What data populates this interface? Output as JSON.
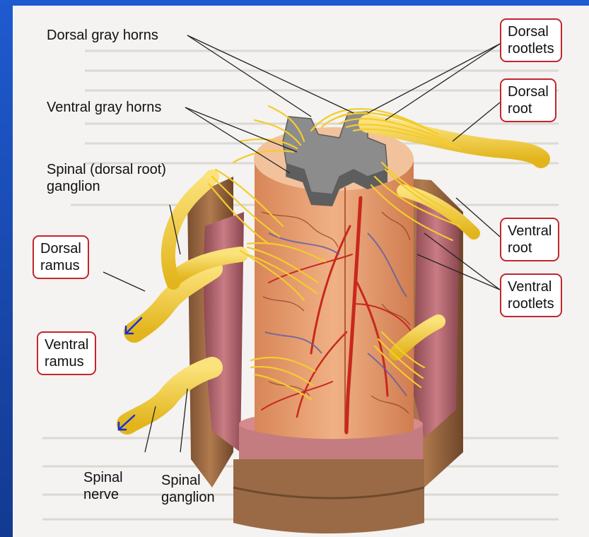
{
  "labels": {
    "dorsal_gray_horns": "Dorsal gray horns",
    "ventral_gray_horns": "Ventral gray horns",
    "spinal_ganglion_1": "Spinal (dorsal root)",
    "spinal_ganglion_2": "ganglion",
    "dorsal_rootlets_1": "Dorsal",
    "dorsal_rootlets_2": "rootlets",
    "dorsal_root_1": "Dorsal",
    "dorsal_root_2": "root",
    "ventral_root_1": "Ventral",
    "ventral_root_2": "root",
    "ventral_rootlets_1": "Ventral",
    "ventral_rootlets_2": "rootlets",
    "dorsal_ramus_1": "Dorsal",
    "dorsal_ramus_2": "ramus",
    "ventral_ramus_1": "Ventral",
    "ventral_ramus_2": "ramus",
    "spinal_nerve_1": "Spinal",
    "spinal_nerve_2": "nerve",
    "spinal_ganglion_b1": "Spinal",
    "spinal_ganglion_b2": "ganglion"
  },
  "colors": {
    "slide_blue": "#1e5ad0",
    "label_border": "#c2262e",
    "nerve": "#f3cc2e",
    "artery": "#c8281e",
    "cord": "#e8a070",
    "gray_matter": "#8c8c8c",
    "arrow": "#1530d8"
  }
}
